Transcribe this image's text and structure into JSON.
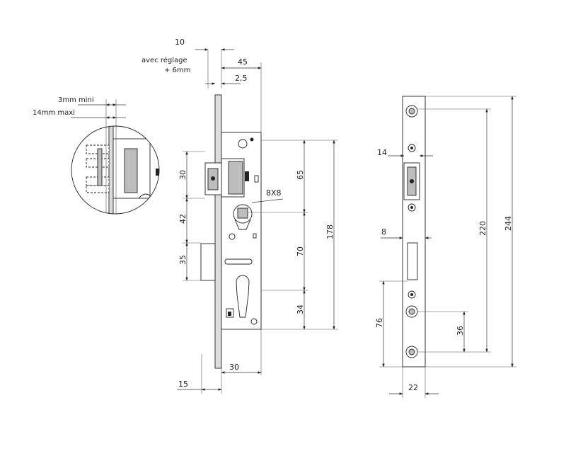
{
  "detail": {
    "min_gap": "3mm mini",
    "max_gap": "14mm maxi"
  },
  "lock_side": {
    "top_dim": "10",
    "adjust_line1": "avec réglage",
    "adjust_line2": "+ 6mm",
    "dim_45": "45",
    "dim_2_5": "2,5",
    "dim_30_v": "30",
    "dim_42": "42",
    "dim_35": "35",
    "dim_65": "65",
    "dim_8x8": "8X8",
    "dim_70": "70",
    "dim_34": "34",
    "dim_178": "178",
    "dim_30_h": "30",
    "dim_15": "15"
  },
  "strike": {
    "dim_14": "14",
    "dim_8": "8",
    "dim_220": "220",
    "dim_244": "244",
    "dim_76": "76",
    "dim_36": "36",
    "dim_22": "22"
  },
  "colors": {
    "line": "#222222",
    "fill_gray": "#bdbdbd",
    "fill_light": "#dcdcdc"
  }
}
